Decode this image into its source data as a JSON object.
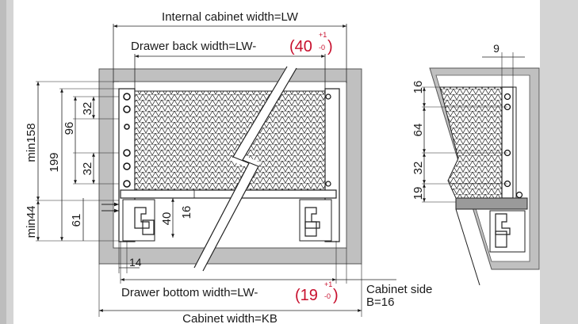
{
  "labels": {
    "internal_width": "Internal cabinet width=LW",
    "drawer_back_width": "Drawer back width=LW-",
    "drawer_back_tol_value": "(40",
    "drawer_back_tol_sup": "+1",
    "drawer_back_tol_sub": "-0",
    "drawer_back_tol_close": ")",
    "drawer_bottom_width": "Drawer bottom width=LW-",
    "drawer_bottom_tol_value": "(19",
    "drawer_bottom_tol_sup": "+1",
    "drawer_bottom_tol_sub": "-0",
    "drawer_bottom_tol_close": ")",
    "cabinet_width": "Cabinet width=KB",
    "cabinet_side": "Cabinet side",
    "cabinet_side_b": "B=16"
  },
  "dimensions_front": {
    "min158": "min158",
    "min44": "min44",
    "d199": "199",
    "d96": "96",
    "d32_top": "32",
    "d32_bottom": "32",
    "d61": "61",
    "d40": "40",
    "d16": "16",
    "d14": "14"
  },
  "dimensions_side": {
    "d9": "9",
    "d16": "16",
    "d64": "64",
    "d32": "32",
    "d19": "19"
  },
  "colors": {
    "background": "#d4d4d4",
    "panel": "#ffffff",
    "cabinet": "#c0c0c0",
    "tolerance_red": "#c8102e"
  }
}
